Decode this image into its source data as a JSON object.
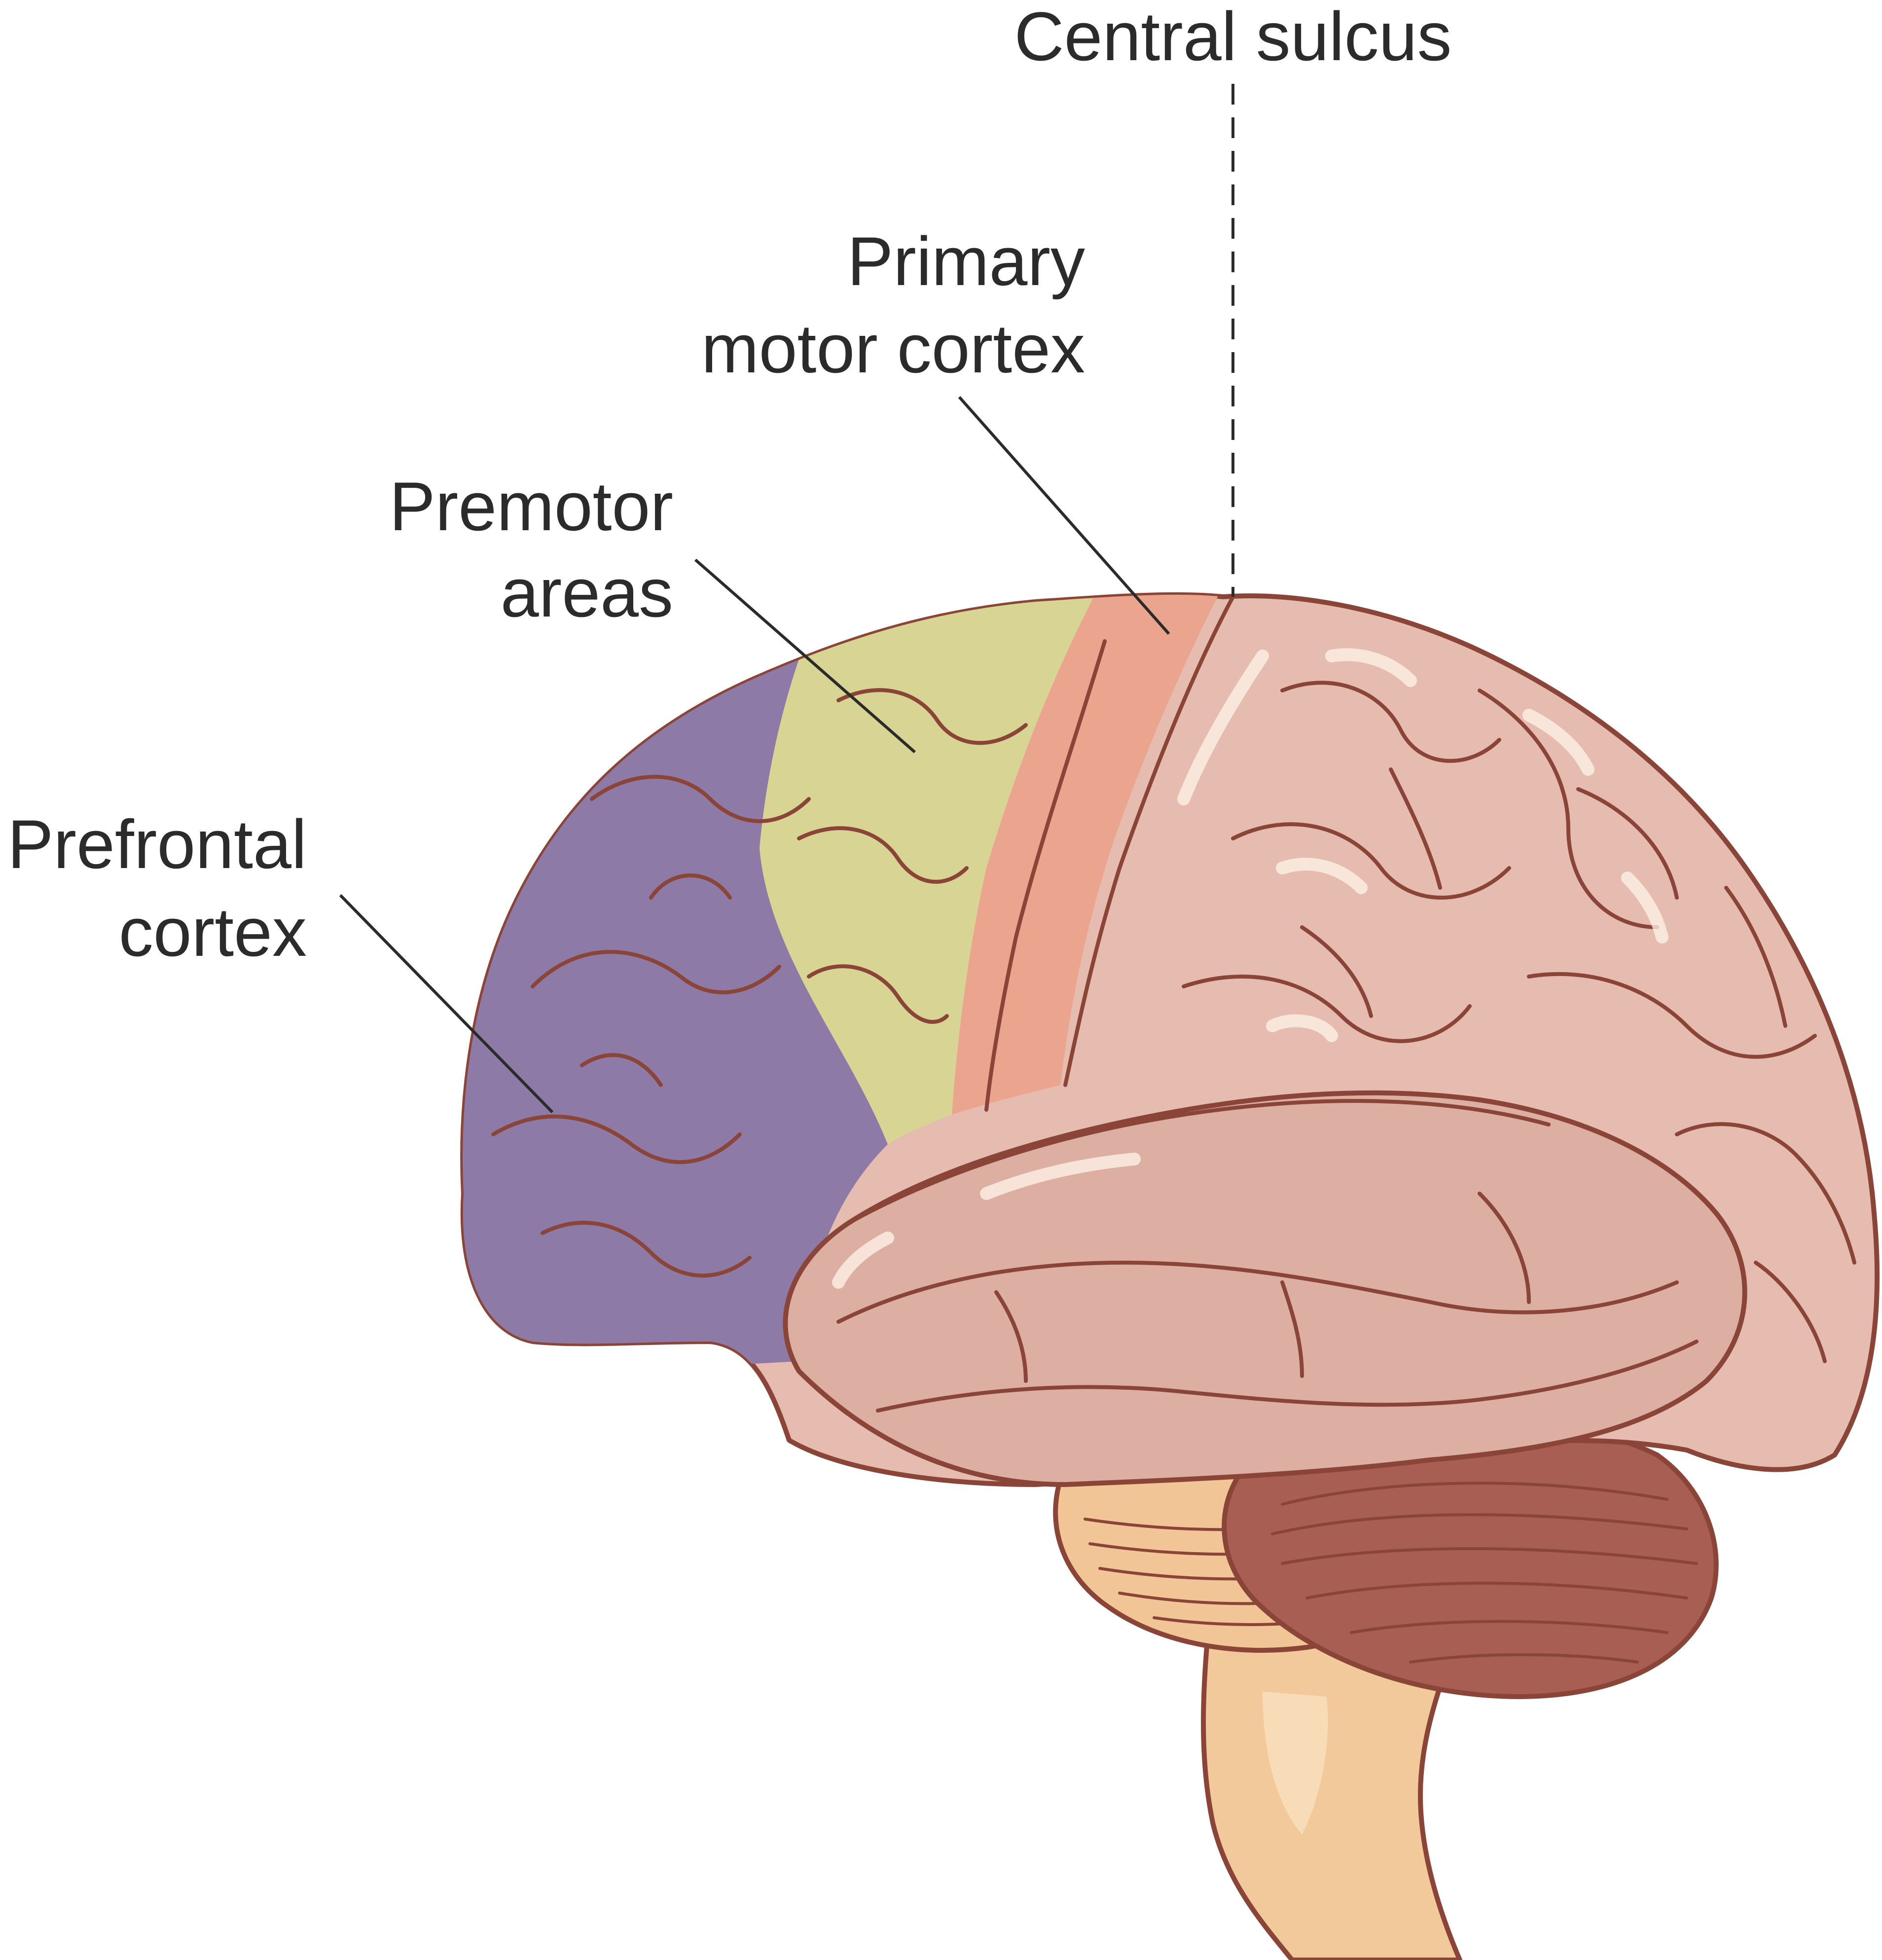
{
  "labels": {
    "central_sulcus": "Central sulcus",
    "primary_motor_line1": "Primary",
    "primary_motor_line2": "motor cortex",
    "premotor_line1": "Premotor",
    "premotor_line2": "areas",
    "prefrontal_line1": "Prefrontal",
    "prefrontal_line2": "cortex"
  },
  "colors": {
    "prefrontal": "#8e7aa6",
    "premotor": "#d8d494",
    "primary_motor": "#eba58f",
    "cortex": "#e7bcb0",
    "temporal": "#ddaea2",
    "cerebellum": "#a85e52",
    "brainstem": "#f2c99a",
    "outline": "#8a4538",
    "label_text": "#2b2b2b"
  }
}
